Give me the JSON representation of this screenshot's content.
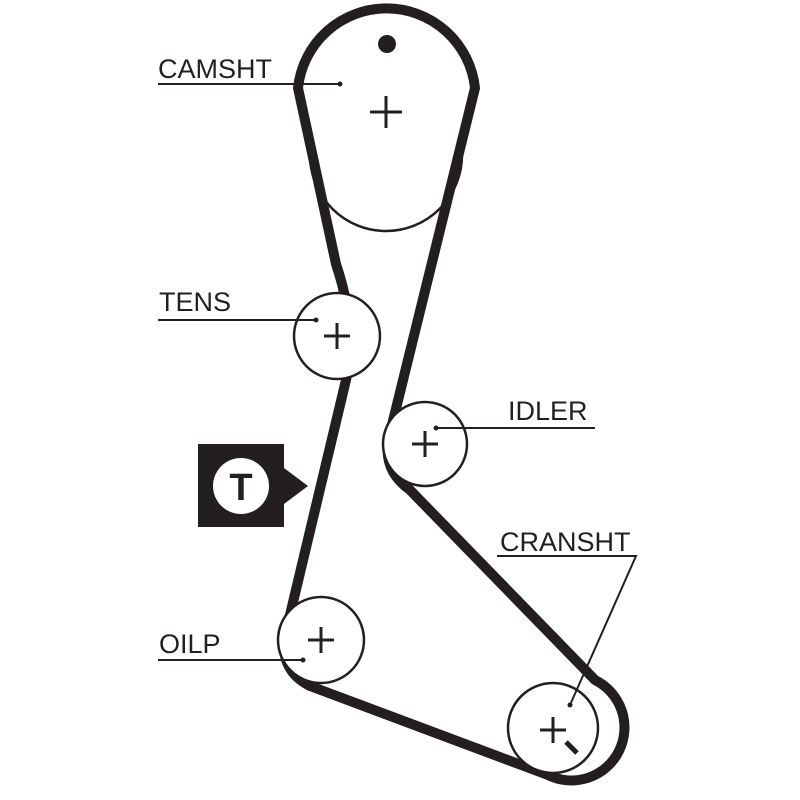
{
  "diagram": {
    "labels": {
      "camshaft": "CAMSHT",
      "tensioner": "TENS",
      "idler": "IDLER",
      "crankshaft": "CRANSHT",
      "oil_pump": "OILP"
    },
    "tension_badge": "T",
    "colors": {
      "ink": "#231f20",
      "background": "#ffffff"
    }
  }
}
